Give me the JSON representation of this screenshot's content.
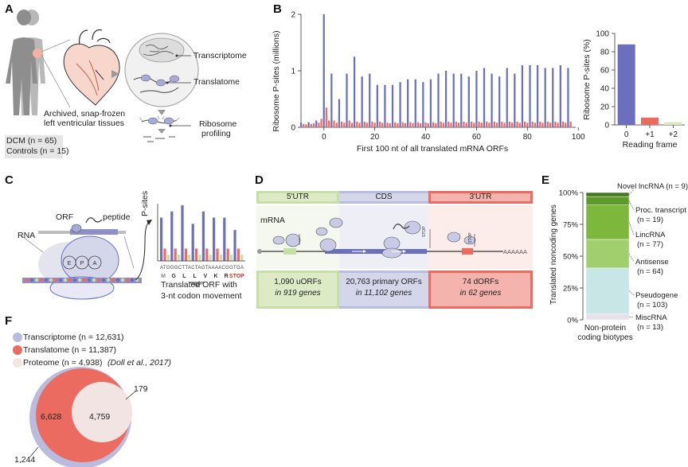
{
  "panel_letters": {
    "a": "A",
    "b": "B",
    "c": "C",
    "d": "D",
    "e": "E",
    "f": "F"
  },
  "panelA": {
    "tissue_label_1": "Archived, snap-frozen",
    "tissue_label_2": "left ventricular tissues",
    "dcm": "DCM (n = 65)",
    "controls": "Controls (n = 15)",
    "transcriptome": "Transcriptome",
    "translatome": "Translatome",
    "ribosome_1": "Ribosome",
    "ribosome_2": "profiling"
  },
  "panelC": {
    "rna": "RNA",
    "orf": "ORF",
    "peptide": "peptide",
    "psites": "P-sites",
    "sequence": "ATGGGCTTACTAGTAAAACGGTGA",
    "amino_acids": [
      "M",
      "G",
      "L",
      "L",
      "V",
      "K",
      "R",
      "STOP"
    ],
    "caption_1": "Translated ORF with",
    "caption_2": "3-nt codon movement",
    "site_e": "E",
    "site_p": "P",
    "site_a": "A",
    "bar_values": [
      7,
      2,
      1,
      8,
      2,
      1,
      9,
      2,
      1,
      6,
      2,
      1,
      8,
      2,
      1,
      7,
      2,
      1,
      7,
      2,
      1,
      5,
      2,
      1
    ]
  },
  "panelD": {
    "utr5": "5'UTR",
    "cds": "CDS",
    "utr3": "3'UTR",
    "mrna": "mRNA",
    "poly_a": "AAAAAA",
    "stop_1": "STOP",
    "stop_2": "STOP",
    "uorfs_count": "1,090 uORFs",
    "uorfs_genes": "in 919 genes",
    "primary_count": "20,763 primary ORFs",
    "primary_genes": "in 11,102 genes",
    "dorfs_count": "74 dORFs",
    "dorfs_genes": "in 62 genes"
  },
  "panelF": {
    "legend": [
      {
        "label": "Transcriptome (n = 12,631)",
        "color": "#b9bcdc"
      },
      {
        "label": "Translatome (n = 11,387)",
        "color": "#ec6b61"
      },
      {
        "label": "Proteome (n = 4,938)",
        "color": "#f1e4e2"
      }
    ],
    "citation": "(Doll et al., 2017)",
    "only_translatome": "6,628",
    "overlap": "4,759",
    "proteome_only": "179",
    "transcriptome_only": "1,244"
  },
  "chart_data": [
    {
      "type": "bar",
      "panel": "B-left",
      "ylabel": "Ribosome P-sites (millions)",
      "xlabel": "First 100 nt of all translated mRNA ORFs",
      "xlim": [
        -9,
        99
      ],
      "ylim": [
        0,
        2.0
      ],
      "xticks": [
        0,
        20,
        40,
        60,
        80,
        100
      ],
      "yticks": [
        0,
        1,
        2
      ],
      "frame0_color": "#6b6fbd",
      "other_color": "#ec6b61",
      "x": [
        -9,
        -8,
        -7,
        -6,
        -5,
        -4,
        -3,
        -2,
        -1,
        0,
        1,
        2,
        3,
        4,
        5,
        6,
        7,
        8,
        9,
        10,
        11,
        12,
        13,
        14,
        15,
        16,
        17,
        18,
        19,
        20,
        21,
        22,
        23,
        24,
        25,
        26,
        27,
        28,
        29,
        30,
        31,
        32,
        33,
        34,
        35,
        36,
        37,
        38,
        39,
        40,
        41,
        42,
        43,
        44,
        45,
        46,
        47,
        48,
        49,
        50,
        51,
        52,
        53,
        54,
        55,
        56,
        57,
        58,
        59,
        60,
        61,
        62,
        63,
        64,
        65,
        66,
        67,
        68,
        69,
        70,
        71,
        72,
        73,
        74,
        75,
        76,
        77,
        78,
        79,
        80,
        81,
        82,
        83,
        84,
        85,
        86,
        87,
        88,
        89,
        90,
        91,
        92,
        93,
        94,
        95,
        96,
        97
      ],
      "values": [
        0.08,
        0.06,
        0.05,
        0.09,
        0.06,
        0.07,
        0.12,
        0.08,
        0.15,
        2.0,
        0.35,
        0.12,
        0.95,
        0.12,
        0.08,
        0.5,
        0.1,
        0.08,
        0.95,
        0.12,
        0.08,
        1.25,
        0.1,
        0.08,
        0.9,
        0.1,
        0.08,
        0.95,
        0.1,
        0.08,
        0.75,
        0.1,
        0.08,
        0.75,
        0.08,
        0.07,
        0.75,
        0.09,
        0.07,
        0.8,
        0.09,
        0.07,
        0.85,
        0.09,
        0.07,
        0.85,
        0.09,
        0.07,
        0.8,
        0.09,
        0.07,
        0.85,
        0.09,
        0.07,
        0.95,
        0.1,
        0.08,
        1.0,
        0.1,
        0.08,
        0.95,
        0.1,
        0.08,
        0.95,
        0.1,
        0.08,
        0.9,
        0.1,
        0.08,
        1.0,
        0.1,
        0.08,
        1.05,
        0.1,
        0.08,
        0.95,
        0.1,
        0.08,
        0.9,
        0.1,
        0.08,
        1.05,
        0.1,
        0.08,
        0.95,
        0.1,
        0.08,
        1.1,
        0.1,
        0.08,
        1.1,
        0.1,
        0.08,
        1.1,
        0.1,
        0.08,
        1.05,
        0.1,
        0.08,
        1.05,
        0.1,
        0.08,
        1.1,
        0.1,
        0.08,
        1.05,
        0.1,
        0.08,
        1.0,
        0.1,
        0.08,
        1.1,
        0.1,
        0.08
      ]
    },
    {
      "type": "bar",
      "panel": "B-right",
      "ylabel": "Ribosome P-sites (%)",
      "xlabel": "Reading frame",
      "categories": [
        "0",
        "+1",
        "+2"
      ],
      "values": [
        88,
        8,
        3
      ],
      "colors": [
        "#6b6fbd",
        "#ec6b61",
        "#d9e6bf"
      ],
      "ylim": [
        0,
        100
      ],
      "yticks": [
        0,
        20,
        40,
        60,
        80,
        100
      ]
    },
    {
      "type": "bar",
      "panel": "E",
      "stacked": true,
      "ylabel": "Translated noncoding genes",
      "xlabel_1": "Non-protein",
      "xlabel_2": "coding biotypes",
      "yticks": [
        "0%",
        "25%",
        "50%",
        "75%",
        "100%"
      ],
      "series": [
        {
          "name": "MiscRNA (n = 13)",
          "value": 13,
          "color": "#e8e1ec"
        },
        {
          "name": "Pseudogene (n = 103)",
          "value": 103,
          "color": "#c8e6e6"
        },
        {
          "name": "Antisense (n = 64)",
          "value": 64,
          "color": "#a2cf6e"
        },
        {
          "name": "LincRNA (n = 77)",
          "value": 77,
          "color": "#7db83c"
        },
        {
          "name": "Proc. transcript (n = 19)",
          "value": 19,
          "color": "#5e9a2a"
        },
        {
          "name": "Novel lncRNA (n = 9)",
          "value": 9,
          "color": "#467720"
        }
      ]
    }
  ]
}
